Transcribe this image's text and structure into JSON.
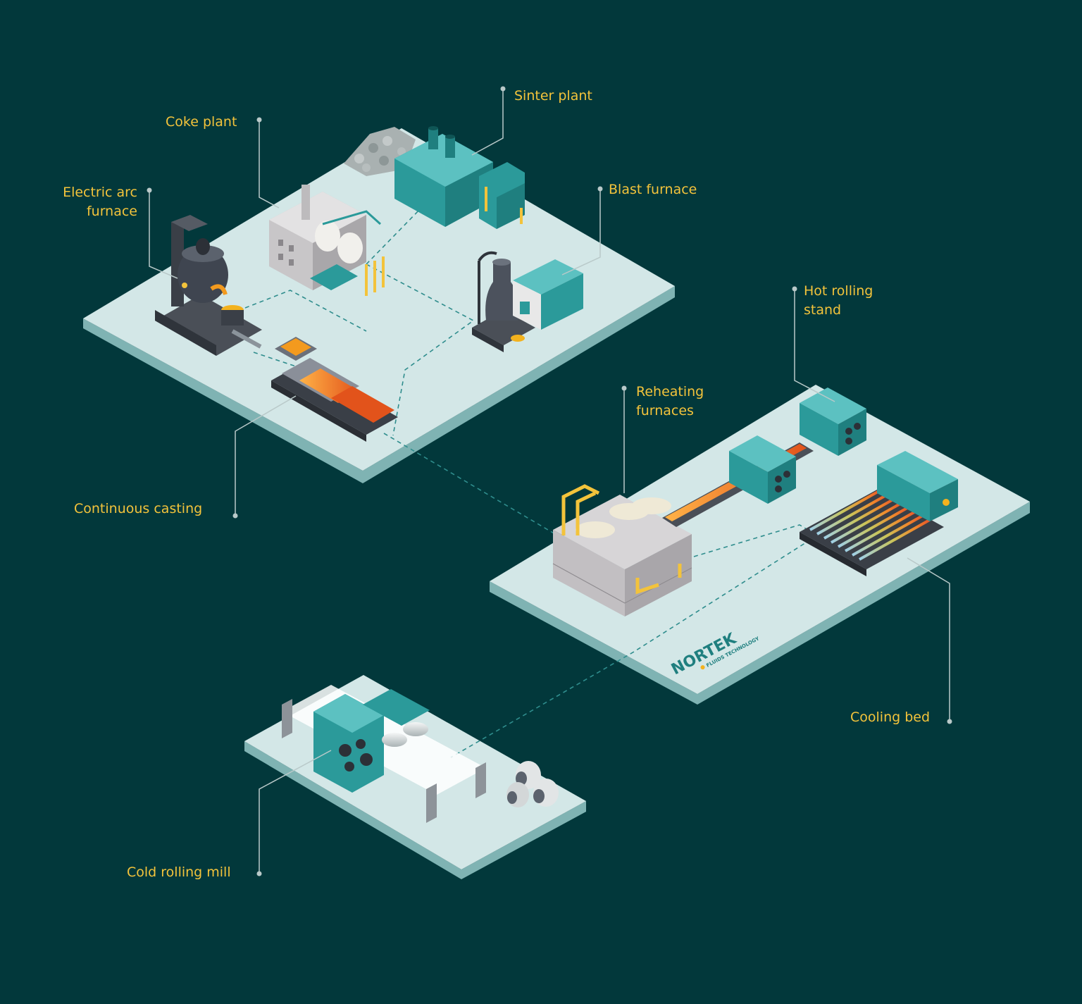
{
  "labels": {
    "sinter_plant": "Sinter plant",
    "coke_plant": "Coke plant",
    "electric_arc_furnace_line1": "Electric arc",
    "electric_arc_furnace_line2": "furnace",
    "blast_furnace": "Blast furnace",
    "hot_rolling_stand_line1": "Hot rolling",
    "hot_rolling_stand_line2": "stand",
    "reheating_furnaces_line1": "Reheating",
    "reheating_furnaces_line2": "furnaces",
    "continuous_casting": "Continuous casting",
    "cooling_bed": "Cooling bed",
    "cold_rolling_mill": "Cold rolling mill"
  },
  "logo": {
    "name": "NORTEK",
    "tagline": "FLUIDS TECHNOLOGY"
  },
  "colors": {
    "background": "#02383b",
    "platform_top": "#d3e7e7",
    "platform_edge": "#7fb3b3",
    "label": "#f3c33b",
    "leader": "#b9c9c9",
    "teal_machine": "#2b9a9a",
    "hot_steel": "#f28a1e"
  }
}
